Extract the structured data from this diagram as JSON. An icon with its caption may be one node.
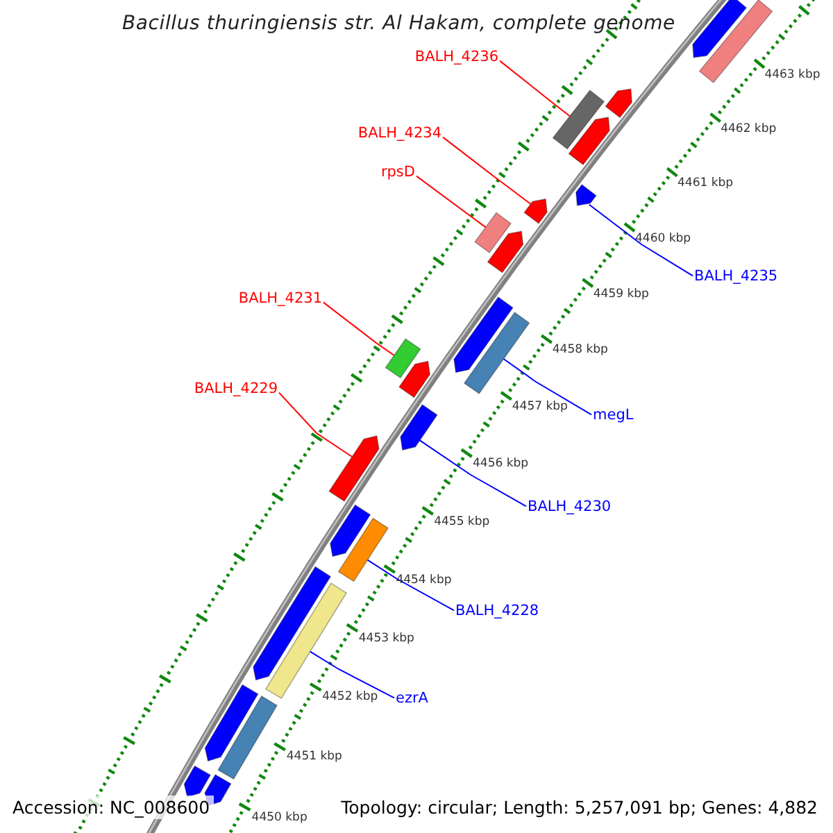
{
  "diagram": {
    "title": "Bacillus thuringiensis str. Al Hakam, complete genome",
    "nodes": [
      {
        "text": [
          "BALH_4236"
        ]
      },
      {
        "text": [],
        "shape": "bar"
      },
      {
        "text": [
          "BALH_4234"
        ]
      },
      {
        "text": [],
        "shape": "arrow"
      },
      {
        "text": [
          "rpsD"
        ]
      },
      {
        "text": [],
        "shape": "bar"
      },
      {
        "text": [
          "BALH_4235"
        ]
      },
      {
        "text": [],
        "shape": "arrow"
      },
      {
        "text": [
          "BALH_4231"
        ]
      },
      {
        "text": [],
        "shape": "bar"
      },
      {
        "text": [
          "megL"
        ]
      },
      {
        "text": [],
        "shape": "bar"
      },
      {
        "text": [
          "BALH_4229"
        ]
      },
      {
        "text": [],
        "shape": "arrow"
      },
      {
        "text": [
          "BALH_4230"
        ]
      },
      {
        "text": [],
        "shape": "arrow"
      },
      {
        "text": [
          "BALH_4228"
        ]
      },
      {
        "text": [],
        "shape": "bar"
      },
      {
        "text": [
          "ezrA"
        ]
      },
      {
        "text": [],
        "shape": "bar"
      },
      {
        "text": [],
        "shape": "arrow"
      },
      {
        "text": [],
        "shape": "bar"
      },
      {
        "text": [],
        "shape": "arrow"
      },
      {
        "text": [],
        "shape": "arrow"
      },
      {
        "text": [],
        "shape": "arrow"
      },
      {
        "text": [],
        "shape": "arrow"
      },
      {
        "text": [],
        "shape": "arrow"
      },
      {
        "text": [],
        "shape": "arrow"
      },
      {
        "text": [],
        "shape": "arrow"
      },
      {
        "text": [],
        "shape": "arrow"
      },
      {
        "text": [],
        "shape": "bar"
      },
      {
        "text": [],
        "shape": "arrow"
      },
      {
        "text": [],
        "shape": "arrow"
      }
    ],
    "edges": [
      {
        "from": 0,
        "to": 1,
        "arrow": "none",
        "color": "#ff0000"
      },
      {
        "from": 2,
        "to": 3,
        "arrow": "none",
        "color": "#ff0000"
      },
      {
        "from": 4,
        "to": 5,
        "arrow": "none",
        "color": "#ff0000"
      },
      {
        "from": 6,
        "to": 7,
        "arrow": "none",
        "color": "#0000ff"
      },
      {
        "from": 8,
        "to": 9,
        "arrow": "none",
        "color": "#ff0000"
      },
      {
        "from": 10,
        "to": 11,
        "arrow": "none",
        "color": "#0000ff"
      },
      {
        "from": 12,
        "to": 13,
        "arrow": "none",
        "color": "#ff0000"
      },
      {
        "from": 14,
        "to": 15,
        "arrow": "none",
        "color": "#0000ff"
      },
      {
        "from": 16,
        "to": 17,
        "arrow": "none",
        "color": "#0000ff"
      },
      {
        "from": 18,
        "to": 19,
        "arrow": "none",
        "color": "#0000ff"
      }
    ],
    "labels": [
      "4463 kbp",
      "4462 kbp",
      "4461 kbp",
      "4460 kbp",
      "4459 kbp",
      "4458 kbp",
      "4457 kbp",
      "4456 kbp",
      "4455 kbp",
      "4454 kbp",
      "4453 kbp",
      "4452 kbp",
      "4451 kbp",
      "4450 kbp",
      "Accession: NC_008600",
      "Topology: circular; Length: 5,257,091 bp; Genes: 4,882"
    ]
  }
}
